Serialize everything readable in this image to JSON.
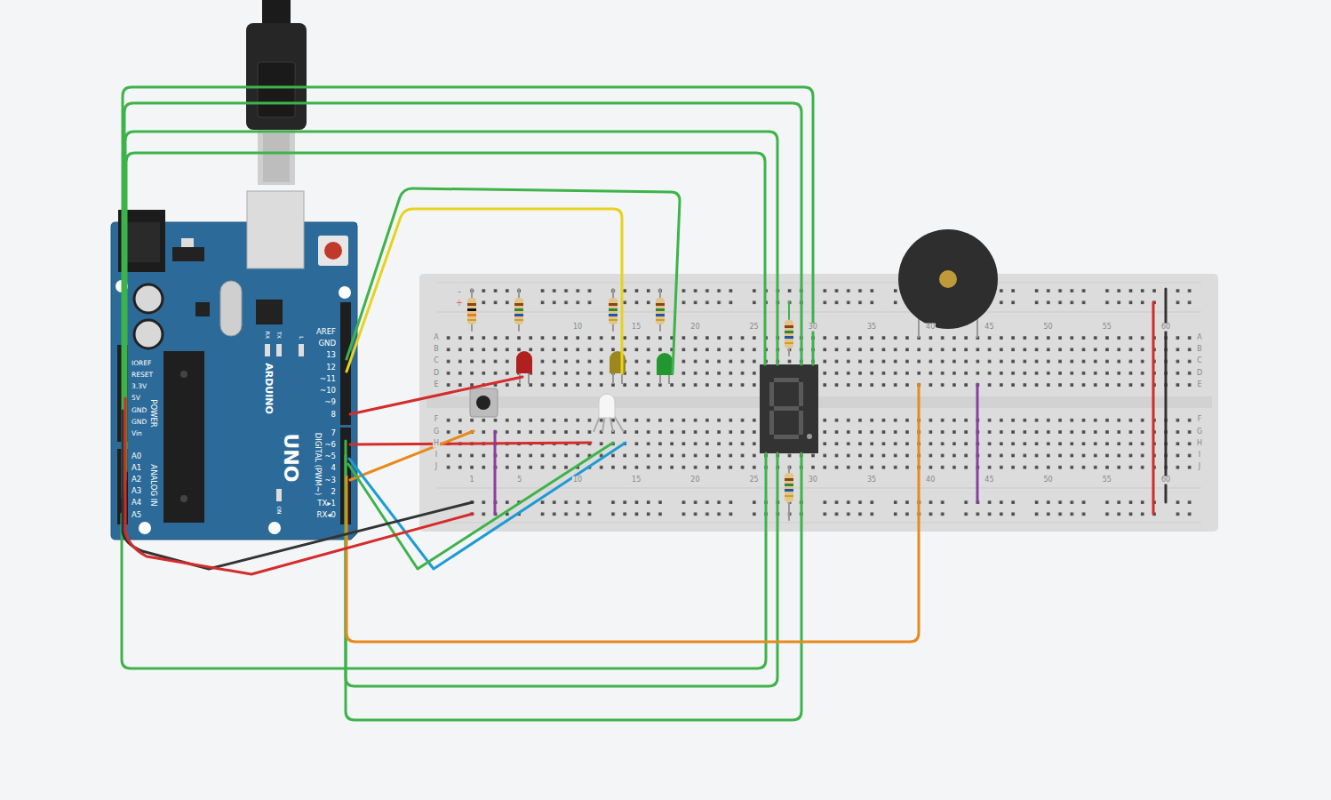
{
  "diagram": {
    "labels": [
      "AREF",
      "GND",
      "13",
      "12",
      "~11",
      "~10",
      "~9",
      "8",
      "7",
      "~6",
      "~5",
      "4",
      "~3",
      "2",
      "TX▸1",
      "RX◂0",
      "DIGITAL (PWM~)",
      "ARDUINO",
      "UNO",
      "RX",
      "TX",
      "L",
      "ON",
      "IOREF",
      "RESET",
      "3.3V",
      "5V",
      "GND",
      "GND",
      "Vin",
      "POWER",
      "A0",
      "A1",
      "A2",
      "A3",
      "A4",
      "A5",
      "ANALOG IN",
      "-",
      "+",
      "10",
      "15",
      "20",
      "25",
      "30",
      "35",
      "40",
      "45",
      "50",
      "55",
      "60",
      "1",
      "5",
      "10",
      "15",
      "20",
      "25",
      "30",
      "35",
      "40",
      "45",
      "50",
      "55",
      "60",
      "A",
      "B",
      "C",
      "D",
      "E",
      "F",
      "G",
      "H",
      "I",
      "J",
      "A",
      "B",
      "C",
      "D",
      "E",
      "F",
      "G",
      "H",
      "I",
      "J"
    ]
  }
}
